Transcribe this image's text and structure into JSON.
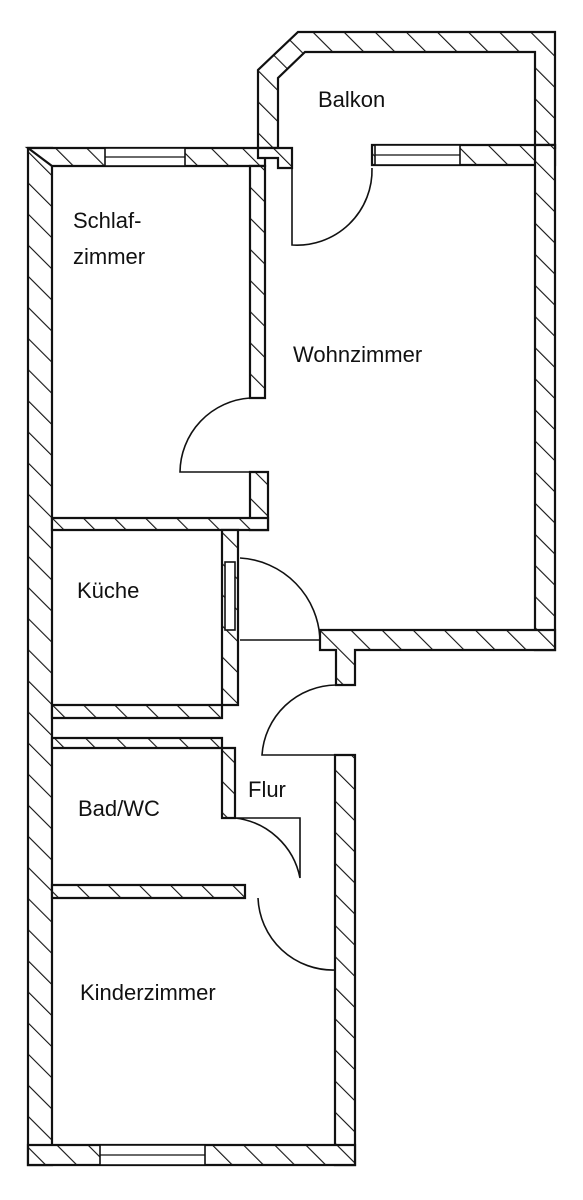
{
  "rooms": {
    "balkon": "Balkon",
    "schlafzimmer_line1": "Schlaf-",
    "schlafzimmer_line2": "zimmer",
    "wohnzimmer": "Wohnzimmer",
    "kueche": "Küche",
    "bad": "Bad/WC",
    "flur": "Flur",
    "kinderzimmer": "Kinderzimmer"
  },
  "colors": {
    "ink": "#111111",
    "paper": "#ffffff"
  }
}
